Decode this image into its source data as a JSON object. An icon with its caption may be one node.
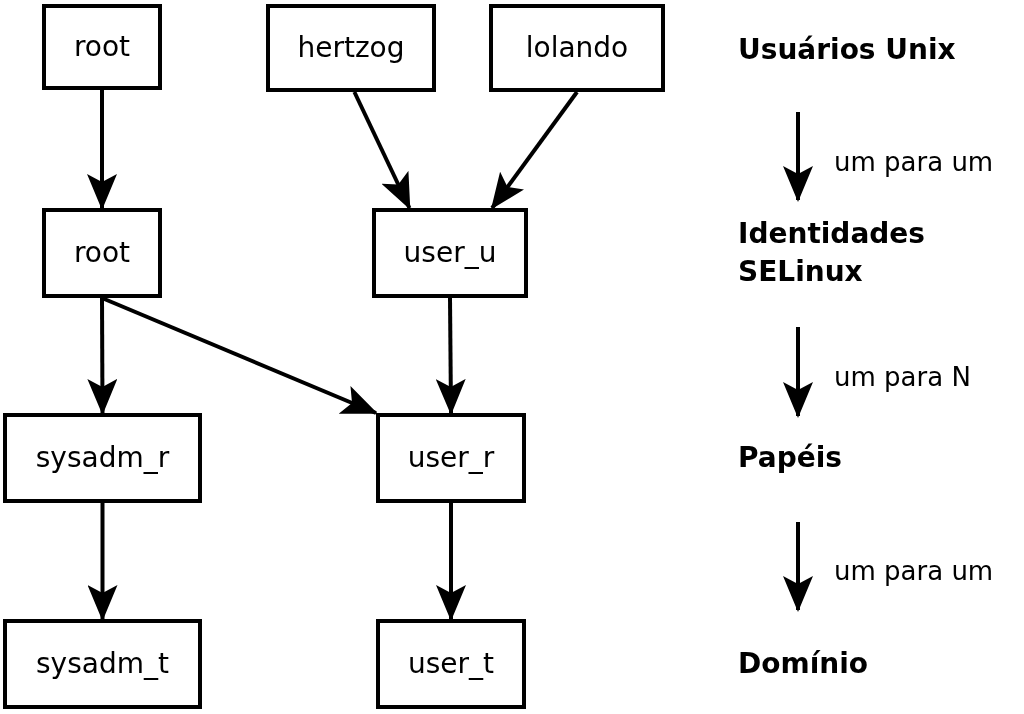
{
  "diagram": {
    "nodes": [
      {
        "text": [
          "root"
        ]
      },
      {
        "text": [
          "hertzog"
        ]
      },
      {
        "text": [
          "lolando"
        ]
      },
      {
        "text": [
          "root"
        ]
      },
      {
        "text": [
          "user_u"
        ]
      },
      {
        "text": [
          "sysadm_r"
        ]
      },
      {
        "text": [
          "user_r"
        ]
      },
      {
        "text": [
          "sysadm_t"
        ]
      },
      {
        "text": [
          "user_t"
        ]
      },
      {
        "text": [
          "Usuários Unix"
        ]
      },
      {
        "text": [
          "Identidades SELinux"
        ]
      },
      {
        "text": [
          "Papéis"
        ]
      },
      {
        "text": [
          "Domínio"
        ]
      }
    ],
    "edges": [
      {
        "from": 0,
        "to": 3,
        "arrow": "to"
      },
      {
        "from": 1,
        "to": 4,
        "arrow": "to"
      },
      {
        "from": 2,
        "to": 4,
        "arrow": "to"
      },
      {
        "from": 3,
        "to": 5,
        "arrow": "to"
      },
      {
        "from": 3,
        "to": 6,
        "arrow": "to"
      },
      {
        "from": 4,
        "to": 6,
        "arrow": "to"
      },
      {
        "from": 5,
        "to": 7,
        "arrow": "to"
      },
      {
        "from": 6,
        "to": 8,
        "arrow": "to"
      },
      {
        "from": 9,
        "to": 10,
        "arrow": "to",
        "label": "um para um"
      },
      {
        "from": 10,
        "to": 11,
        "arrow": "to",
        "label": "um para N"
      },
      {
        "from": 11,
        "to": 12,
        "arrow": "to",
        "label": "um para um"
      }
    ]
  }
}
